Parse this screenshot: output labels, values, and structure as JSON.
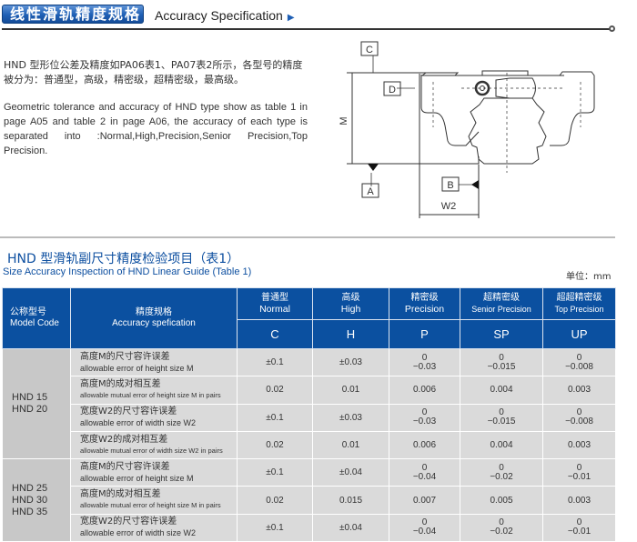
{
  "header": {
    "title_cn": "线性滑轨精度规格",
    "title_en": "Accuracy Specification"
  },
  "intro": {
    "cn": "HND 型形位公差及精度如PA06表1、PA07表2所示，各型号的精度被分为：普通型，高级，精密级，超精密级，最高级。",
    "en": "Geometric tolerance and accuracy of HND type show as table 1 in page A05 and table 2 in page A06, the accuracy of each type is separated into :Normal,High,Precision,Senior Precision,Top Precision."
  },
  "diagram": {
    "labels": {
      "c": "C",
      "d": "D",
      "m": "M",
      "a": "A",
      "b": "B",
      "w2": "W2"
    }
  },
  "table_title": {
    "cn": "HND 型滑轨副尺寸精度检验项目（表1）",
    "en": "Size Accuracy Inspection of HND Linear Guide (Table 1)",
    "unit": "单位：mm"
  },
  "table": {
    "headers": {
      "model_cn": "公称型号",
      "model_en": "Model Code",
      "spec_cn": "精度规格",
      "spec_en": "Accuracy spefication",
      "grades": [
        {
          "cn": "普通型",
          "en": "Normal",
          "code": "C"
        },
        {
          "cn": "高级",
          "en": "High",
          "code": "H"
        },
        {
          "cn": "精密级",
          "en": "Precision",
          "code": "P"
        },
        {
          "cn": "超精密级",
          "en": "Senior Precision",
          "code": "SP"
        },
        {
          "cn": "超超精密级",
          "en": "Top Precision",
          "code": "UP"
        }
      ]
    },
    "groups": [
      {
        "models": [
          "HND 15",
          "HND 20"
        ],
        "rows": [
          {
            "cn": "高度M的尺寸容许误差",
            "en": "allowable error of height size M",
            "v": [
              "±0.1",
              "±0.03",
              [
                "0",
                "−0.03"
              ],
              [
                "0",
                "−0.015"
              ],
              [
                "0",
                "−0.008"
              ]
            ]
          },
          {
            "cn": "高度M的成对相互差",
            "en": "allowable mutual error of height size M in pairs",
            "v": [
              "0.02",
              "0.01",
              "0.006",
              "0.004",
              "0.003"
            ]
          },
          {
            "cn": "宽度W2的尺寸容许误差",
            "en": "allowable error of width size W2",
            "v": [
              "±0.1",
              "±0.03",
              [
                "0",
                "−0.03"
              ],
              [
                "0",
                "−0.015"
              ],
              [
                "0",
                "−0.008"
              ]
            ]
          },
          {
            "cn": "宽度W2的成对相互差",
            "en": "allowable mutual error of width size W2 in pairs",
            "v": [
              "0.02",
              "0.01",
              "0.006",
              "0.004",
              "0.003"
            ]
          }
        ]
      },
      {
        "models": [
          "HND 25",
          "HND 30",
          "HND 35"
        ],
        "rows": [
          {
            "cn": "高度M的尺寸容许误差",
            "en": "allowable error of height size M",
            "v": [
              "±0.1",
              "±0.04",
              [
                "0",
                "−0.04"
              ],
              [
                "0",
                "−0.02"
              ],
              [
                "0",
                "−0.01"
              ]
            ]
          },
          {
            "cn": "高度M的成对相互差",
            "en": "allowable mutual error of height size M in pairs",
            "v": [
              "0.02",
              "0.015",
              "0.007",
              "0.005",
              "0.003"
            ]
          },
          {
            "cn": "宽度W2的尺寸容许误差",
            "en": "allowable error of width size W2",
            "v": [
              "±0.1",
              "±0.04",
              [
                "0",
                "−0.04"
              ],
              [
                "0",
                "−0.02"
              ],
              [
                "0",
                "−0.01"
              ]
            ]
          }
        ]
      }
    ]
  }
}
